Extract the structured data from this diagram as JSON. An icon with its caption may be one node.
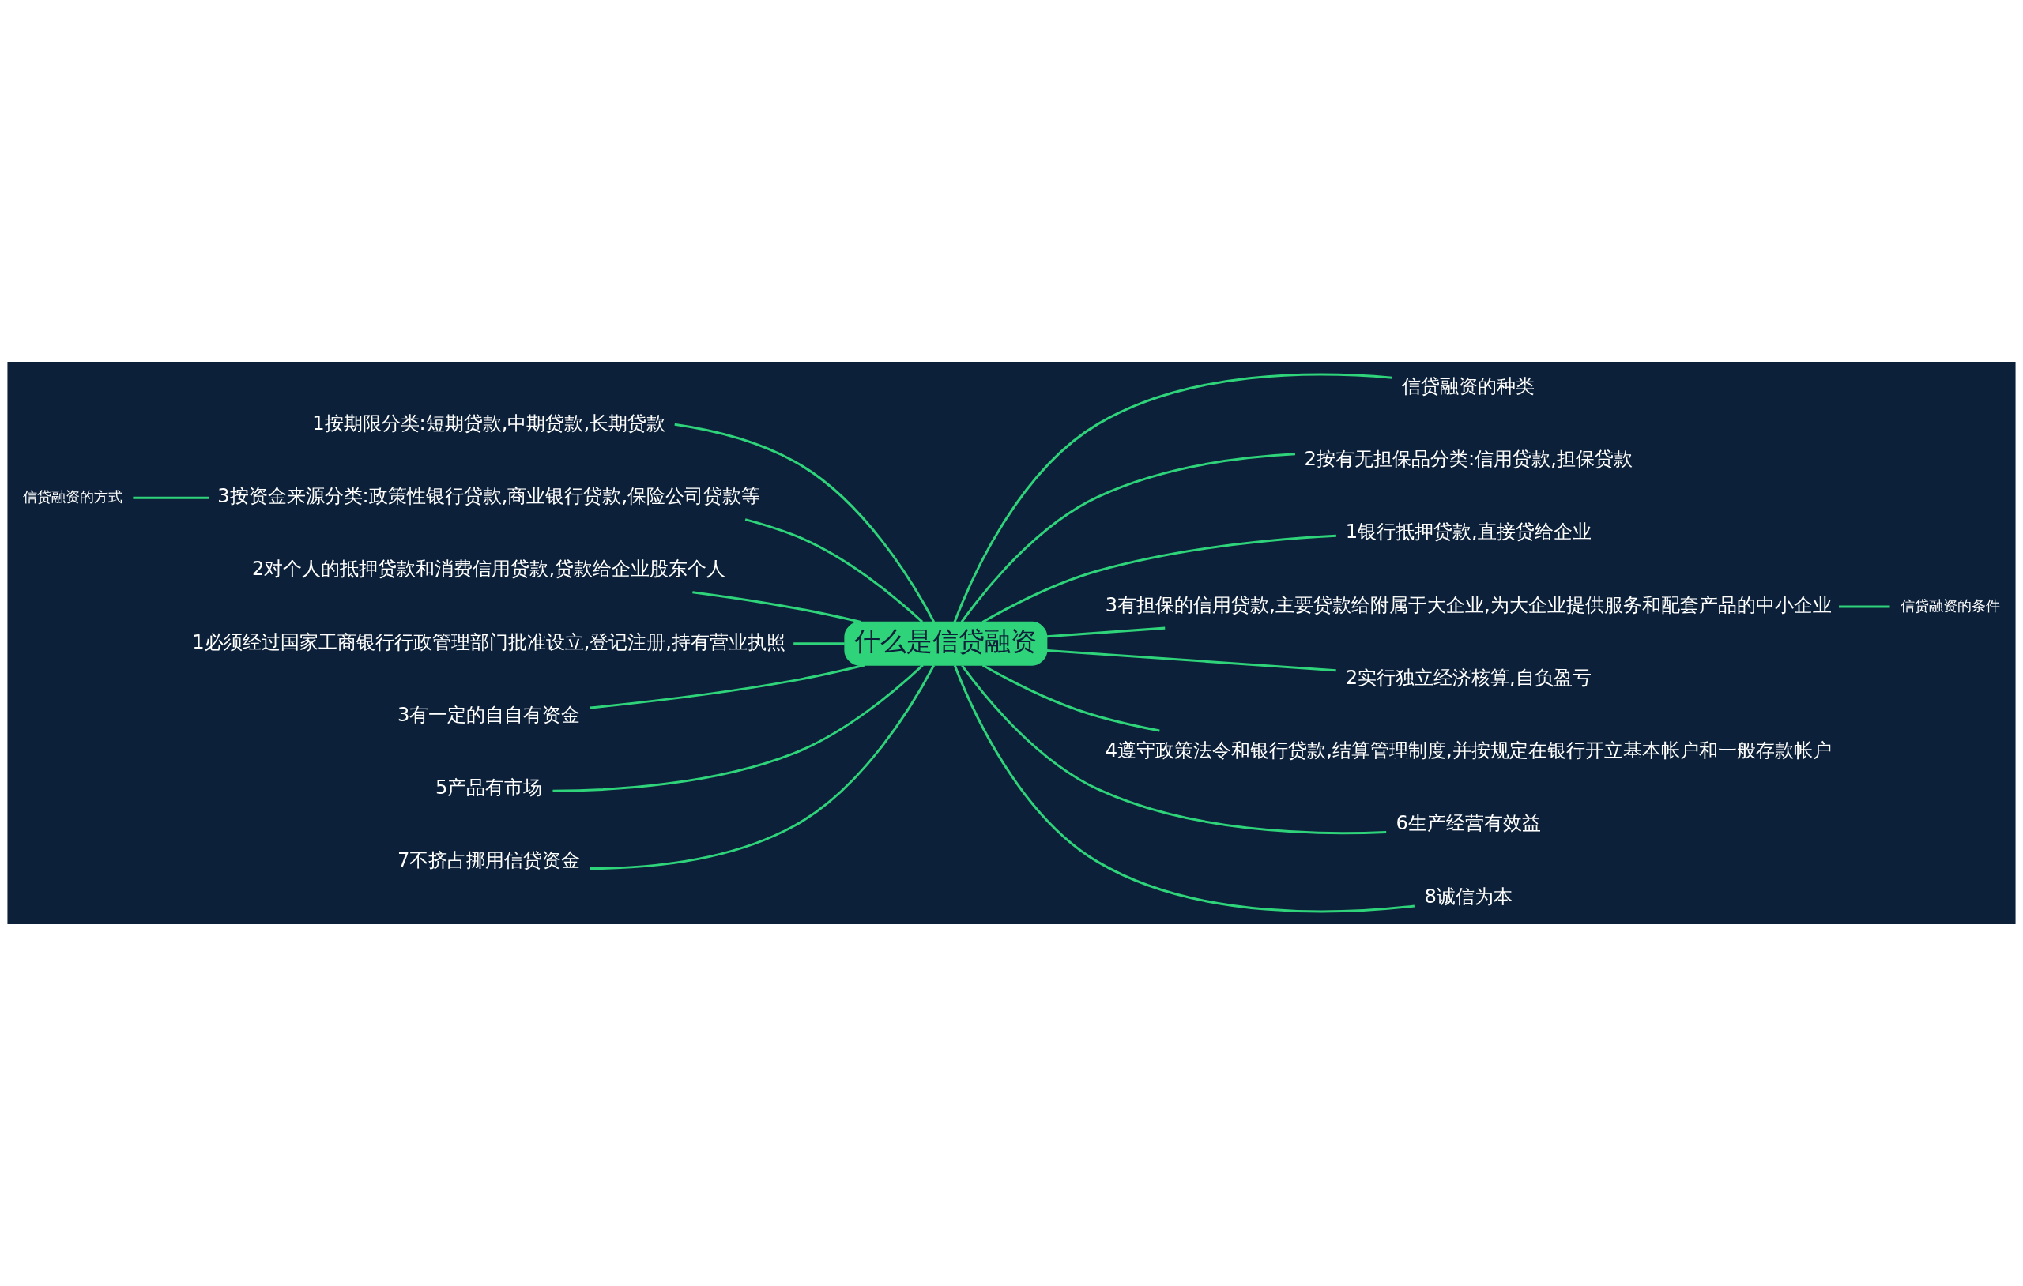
{
  "diagram": {
    "nodes": [
      {
        "text": [
          "什么是信贷融资"
        ]
      },
      {
        "text": [
          "1按期限分类:短期贷款,中期贷款,长期贷款"
        ]
      },
      {
        "text": [
          "3按资金来源分类:政策性银行贷款,商业银行贷款,保险公司贷款等"
        ]
      },
      {
        "text": [
          "2对个人的抵押贷款和消费信用贷款,贷款给企业股东个人"
        ]
      },
      {
        "text": [
          "1必须经过国家工商银行行政管理部门批准设立,登记注册,持有营业执照"
        ]
      },
      {
        "text": [
          "3有一定的自自有资金"
        ]
      },
      {
        "text": [
          "5产品有市场"
        ]
      },
      {
        "text": [
          "7不挤占挪用信贷资金"
        ]
      },
      {
        "text": [
          "信贷融资的方式"
        ]
      },
      {
        "text": [
          "信贷融资的种类"
        ]
      },
      {
        "text": [
          "2按有无担保品分类:信用贷款,担保贷款"
        ]
      },
      {
        "text": [
          "1银行抵押贷款,直接贷给企业"
        ]
      },
      {
        "text": [
          "3有担保的信用贷款,主要贷款给附属于大企业,为大企业提供服务和配套产品的中小企业"
        ]
      },
      {
        "text": [
          "2实行独立经济核算,自负盈亏"
        ]
      },
      {
        "text": [
          "4遵守政策法令和银行贷款,结算管理制度,并按规定在银行开立基本帐户和一般存款帐户"
        ]
      },
      {
        "text": [
          "6生产经营有效益"
        ]
      },
      {
        "text": [
          "8诚信为本"
        ]
      },
      {
        "text": [
          "信贷融资的条件"
        ]
      }
    ],
    "edges": [
      {
        "from": 0,
        "to": 1,
        "arrow": "none"
      },
      {
        "from": 0,
        "to": 2,
        "arrow": "none"
      },
      {
        "from": 0,
        "to": 3,
        "arrow": "none"
      },
      {
        "from": 0,
        "to": 4,
        "arrow": "none"
      },
      {
        "from": 0,
        "to": 5,
        "arrow": "none"
      },
      {
        "from": 0,
        "to": 6,
        "arrow": "none"
      },
      {
        "from": 0,
        "to": 7,
        "arrow": "none"
      },
      {
        "from": 2,
        "to": 8,
        "arrow": "none"
      },
      {
        "from": 0,
        "to": 9,
        "arrow": "none"
      },
      {
        "from": 0,
        "to": 10,
        "arrow": "none"
      },
      {
        "from": 0,
        "to": 11,
        "arrow": "none"
      },
      {
        "from": 0,
        "to": 12,
        "arrow": "none"
      },
      {
        "from": 0,
        "to": 13,
        "arrow": "none"
      },
      {
        "from": 0,
        "to": 14,
        "arrow": "none"
      },
      {
        "from": 0,
        "to": 15,
        "arrow": "none"
      },
      {
        "from": 0,
        "to": 16,
        "arrow": "none"
      },
      {
        "from": 12,
        "to": 17,
        "arrow": "none"
      }
    ]
  }
}
